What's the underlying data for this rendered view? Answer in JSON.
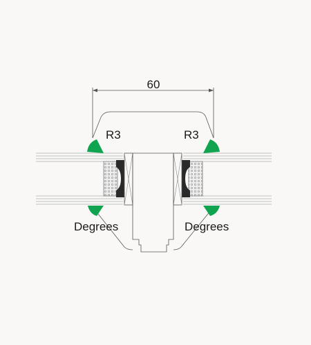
{
  "dimension": {
    "value": "60"
  },
  "labels": {
    "radius_left": "R3",
    "radius_right": "R3",
    "angle_left": "Degrees",
    "angle_right": "Degrees"
  },
  "colors": {
    "background": "#f9f8f6",
    "seal": "#10a350",
    "gasket": "#2a2a2a",
    "outline": "#555555"
  }
}
